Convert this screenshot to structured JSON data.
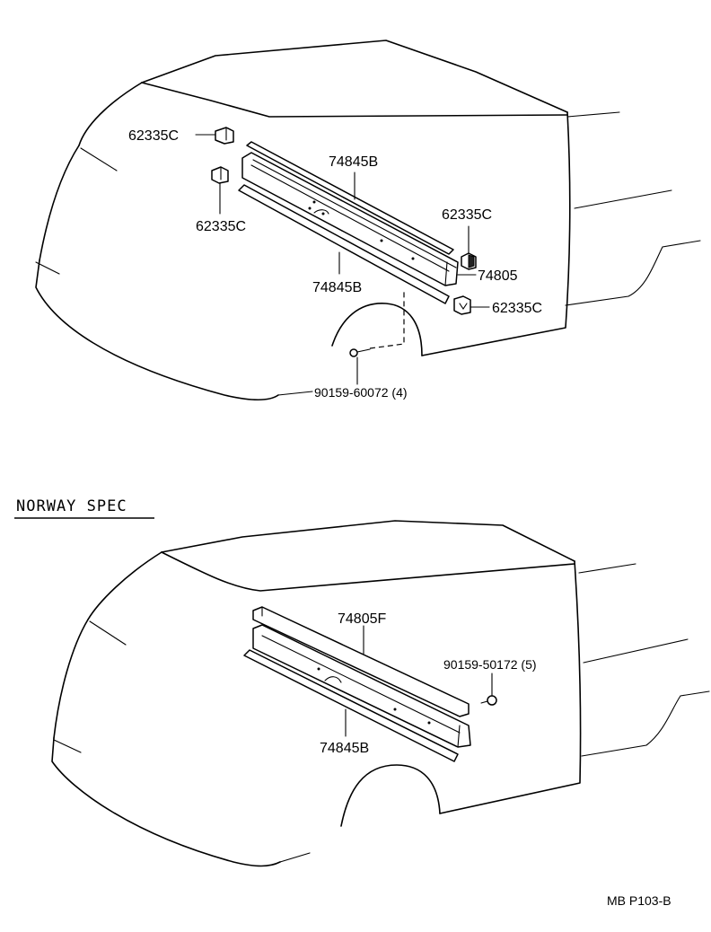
{
  "top_view": {
    "labels": {
      "clip_upper_left": "62335C",
      "clip_lower_left": "62335C",
      "molding_upper": "74845B",
      "molding_lower": "74845B",
      "clip_right_upper": "62335C",
      "rail": "74805",
      "clip_right_lower": "62335C",
      "screw": "90159-60072 (4)"
    }
  },
  "section_title": "NORWAY SPEC",
  "bottom_view": {
    "labels": {
      "rail": "74805F",
      "screw": "90159-50172 (5)",
      "molding": "74845B"
    }
  },
  "page_code": "MB  P103-B"
}
